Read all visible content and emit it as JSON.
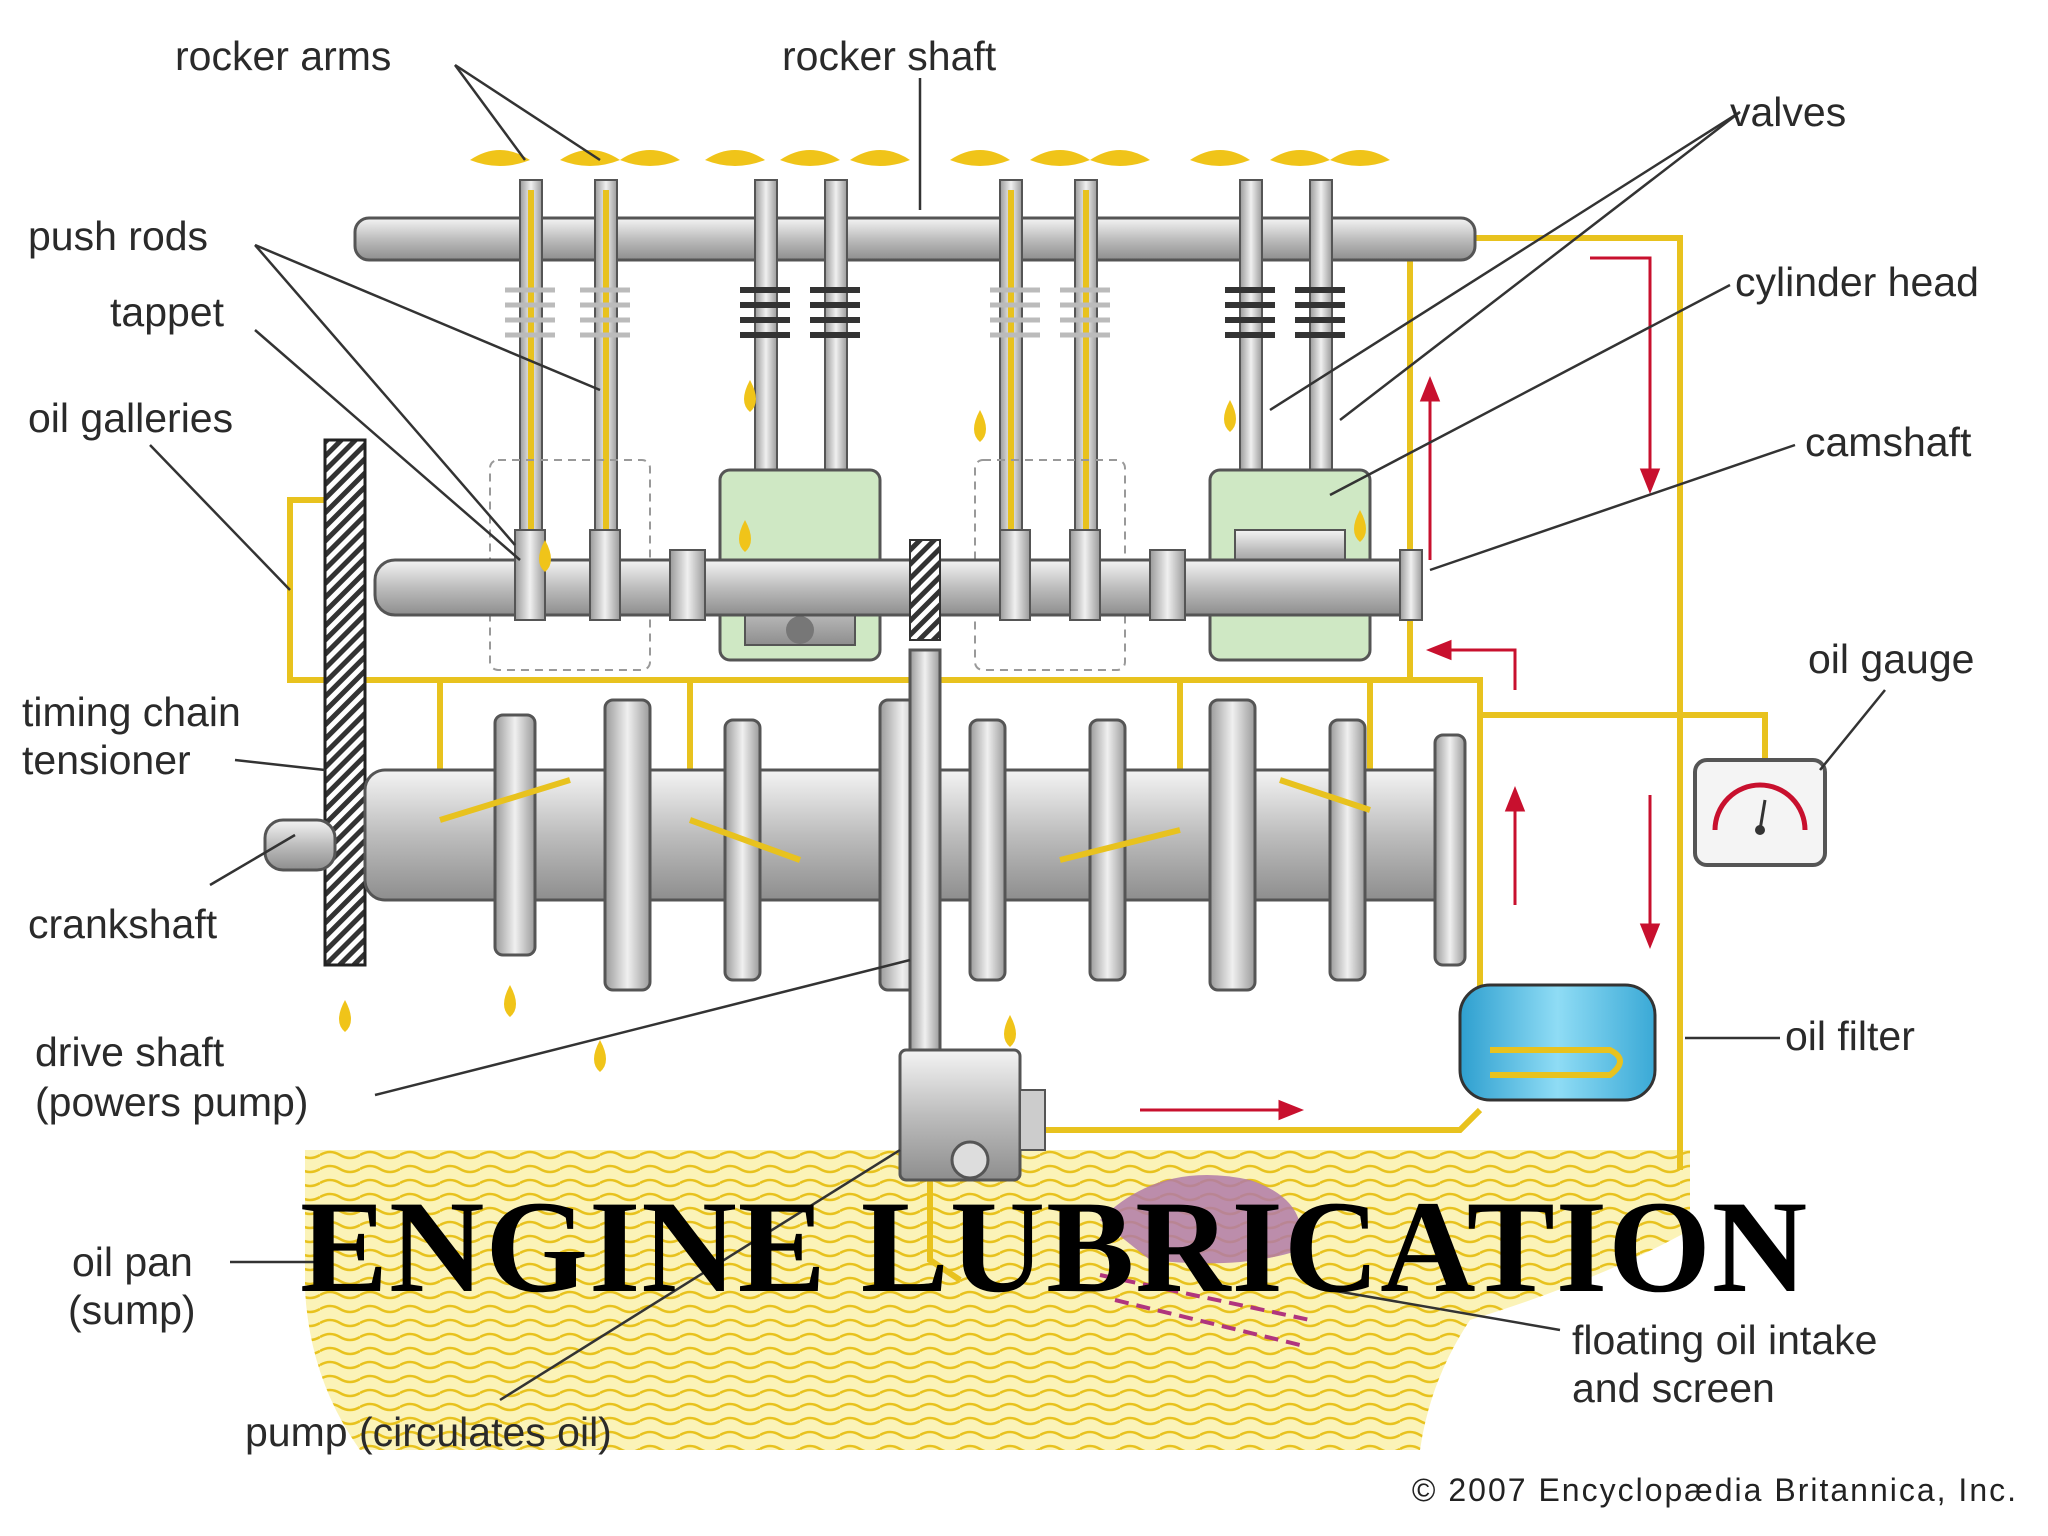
{
  "labels": {
    "rocker_arms": "rocker arms",
    "rocker_shaft": "rocker shaft",
    "valves": "valves",
    "push_rods": "push rods",
    "tappet": "tappet",
    "cylinder_head": "cylinder head",
    "oil_galleries": "oil galleries",
    "camshaft": "camshaft",
    "oil_gauge": "oil gauge",
    "timing_chain_line1": "timing chain",
    "timing_chain_line2": "tensioner",
    "crankshaft": "crankshaft",
    "drive_shaft_line1": "drive shaft",
    "drive_shaft_line2": "(powers pump)",
    "oil_filter": "oil filter",
    "oil_pan_line1": "oil pan",
    "oil_pan_line2": "(sump)",
    "floating_intake_line1": "floating oil intake",
    "floating_intake_line2": "and screen",
    "pump": "pump (circulates oil)"
  },
  "title": "ENGINE LUBRICATION",
  "credit": "© 2007 Encyclopædia Britannica, Inc.",
  "colors": {
    "oil": "#f0c419",
    "oil_line": "#e8c21e",
    "metal": "#c9c9c9",
    "flow_arrow": "#c8102e",
    "filter": "#5cc8ec",
    "cylinder": "#cfe8c4",
    "screen": "#b07aa8"
  }
}
